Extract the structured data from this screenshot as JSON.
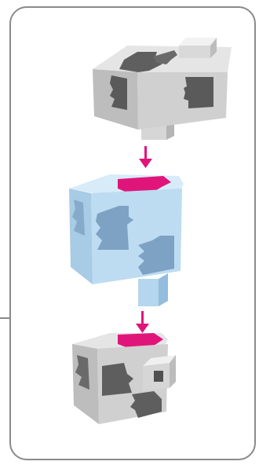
{
  "diagram": {
    "stages": [
      {
        "id": "top",
        "block": "gray",
        "feature": "button-and-peg"
      },
      {
        "id": "middle",
        "block": "light-blue",
        "feature": "peg"
      },
      {
        "id": "bottom",
        "block": "gray",
        "feature": "button"
      }
    ],
    "arrows": 2,
    "colors": {
      "frame": "#8a8a8a",
      "connection_highlight": "#e0157a",
      "arrow": "#e0157a",
      "gray_top": "#e3e3e3",
      "gray_front": "#d2d2d2",
      "gray_side": "#b7b7b7",
      "gray_pattern": "#5e5e5e",
      "blue_top": "#d5e9f7",
      "blue_front": "#bcdcf2",
      "blue_side": "#a3c9e6",
      "blue_pattern": "#7b9ec0"
    }
  }
}
